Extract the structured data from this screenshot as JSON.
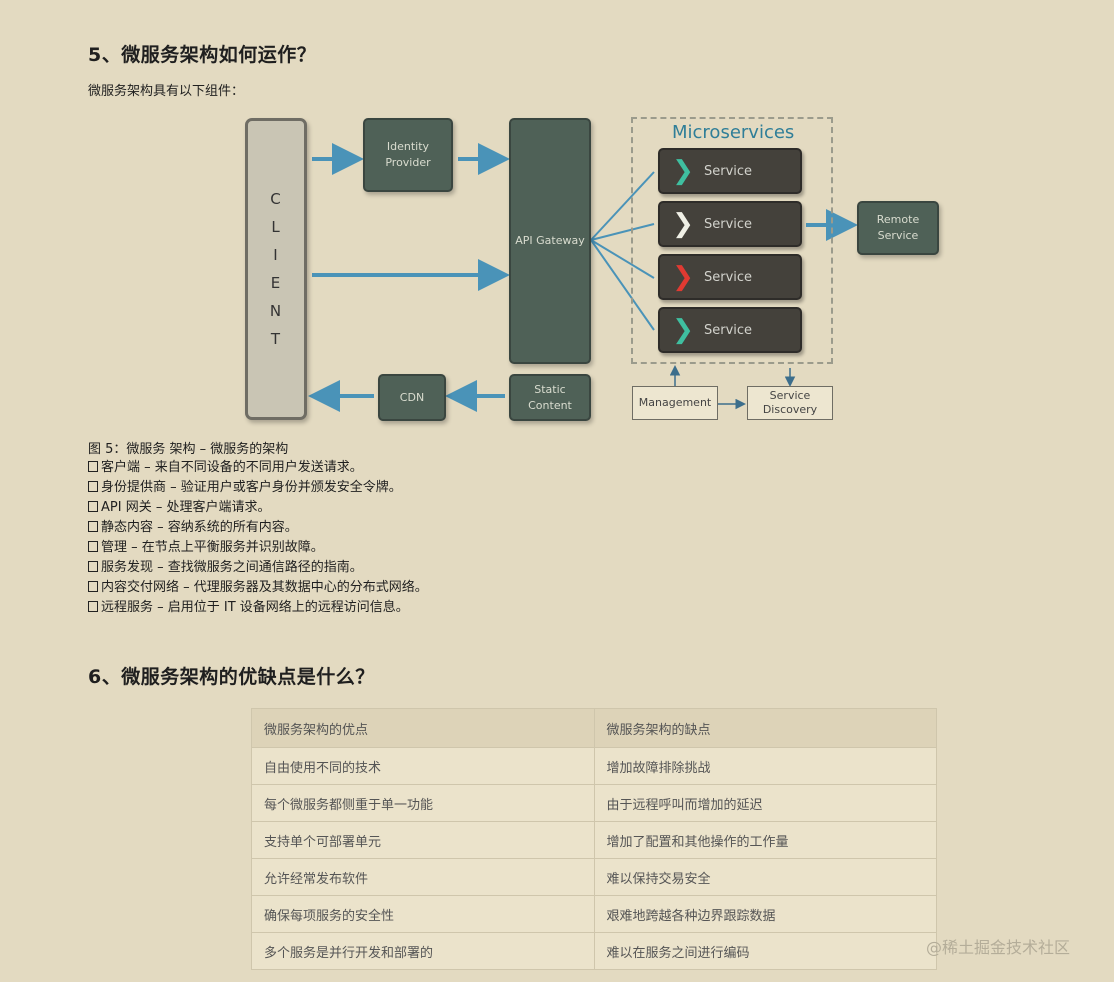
{
  "section5": {
    "heading": "5、微服务架构如何运作？",
    "intro": "微服务架构具有以下组件："
  },
  "diagram": {
    "client_letters": [
      "C",
      "L",
      "I",
      "E",
      "N",
      "T"
    ],
    "identity_provider": "Identity Provider",
    "api_gateway": "API Gateway",
    "static_content": "Static Content",
    "cdn": "CDN",
    "microservices_title": "Microservices",
    "services": [
      {
        "label": "Service",
        "icon": "chevron-right-icon",
        "color": "#3fbfa0"
      },
      {
        "label": "Service",
        "icon": "chevron-right-icon",
        "color": "#f0f0e6"
      },
      {
        "label": "Service",
        "icon": "chevron-right-icon",
        "color": "#e03a32"
      },
      {
        "label": "Service",
        "icon": "chevron-right-icon",
        "color": "#3fbfa0"
      }
    ],
    "remote_service": "Remote Service",
    "management": "Management",
    "service_discovery": "Service Discovery",
    "arrow_color": "#4a93b8"
  },
  "figure": {
    "caption": "图 5：微服务 架构 – 微服务的架构",
    "items": [
      "客户端 – 来自不同设备的不同用户发送请求。",
      "身份提供商 – 验证用户或客户身份并颁发安全令牌。",
      "API 网关 – 处理客户端请求。",
      "静态内容 – 容纳系统的所有内容。",
      "管理 – 在节点上平衡服务并识别故障。",
      "服务发现 – 查找微服务之间通信路径的指南。",
      "内容交付网络 – 代理服务器及其数据中心的分布式网络。",
      "远程服务 – 启用位于 IT 设备网络上的远程访问信息。"
    ]
  },
  "section6": {
    "heading": "6、微服务架构的优缺点是什么？",
    "table": {
      "headers": [
        "微服务架构的优点",
        "微服务架构的缺点"
      ],
      "rows": [
        [
          "自由使用不同的技术",
          "增加故障排除挑战"
        ],
        [
          "每个微服务都侧重于单一功能",
          "由于远程呼叫而增加的延迟"
        ],
        [
          "支持单个可部署单元",
          "增加了配置和其他操作的工作量"
        ],
        [
          "允许经常发布软件",
          "难以保持交易安全"
        ],
        [
          "确保每项服务的安全性",
          "艰难地跨越各种边界跟踪数据"
        ],
        [
          "多个服务是并行开发和部署的",
          "难以在服务之间进行编码"
        ]
      ]
    }
  },
  "watermark": "@稀土掘金技术社区"
}
